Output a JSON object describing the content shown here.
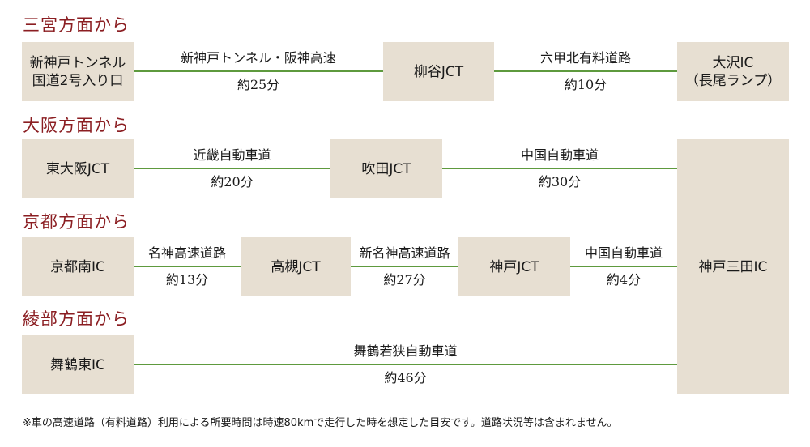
{
  "headings": {
    "sannomiya": "三宮方面から",
    "osaka": "大阪方面から",
    "kyoto": "京都方面から",
    "ayabe": "綾部方面から"
  },
  "nodes": {
    "shinkobe_tunnel_l1": "新神戸トンネル",
    "shinkobe_tunnel_l2": "国道2号入り口",
    "yanagidani": "柳谷JCT",
    "osawa_l1": "大沢IC",
    "osawa_l2": "（長尾ランプ）",
    "higashiosaka": "東大阪JCT",
    "suita": "吹田JCT",
    "kyoto_minami": "京都南IC",
    "takatsuki": "高槻JCT",
    "kobe_jct": "神戸JCT",
    "kobe_sanda": "神戸三田IC",
    "maizuru_higashi": "舞鶴東IC"
  },
  "routes": {
    "r1": {
      "road": "新神戸トンネル・阪神高速",
      "time": "約25分"
    },
    "r2": {
      "road": "六甲北有料道路",
      "time": "約10分"
    },
    "r3": {
      "road": "近畿自動車道",
      "time": "約20分"
    },
    "r4": {
      "road": "中国自動車道",
      "time": "約30分"
    },
    "r5": {
      "road": "名神高速道路",
      "time": "約13分"
    },
    "r6": {
      "road": "新名神高速道路",
      "time": "約27分"
    },
    "r7": {
      "road": "中国自動車道",
      "time": "約4分"
    },
    "r8": {
      "road": "舞鶴若狭自動車道",
      "time": "約46分"
    }
  },
  "note": "※車の高速道路（有料道路）利用による所要時間は時速80kmで走行した時を想定した目安です。道路状況等は含まれません。",
  "colors": {
    "heading": "#8b1e22",
    "box": "#e7dfd2",
    "line": "#5e9a3e"
  }
}
